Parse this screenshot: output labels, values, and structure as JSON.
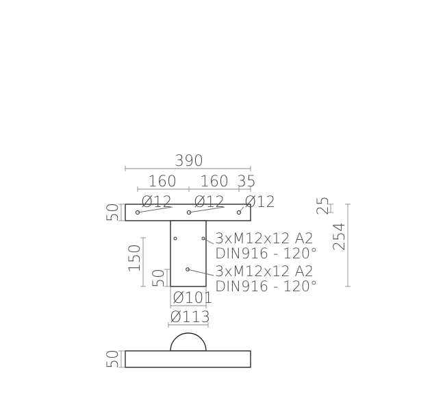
{
  "dimensions": {
    "overall_width": "390",
    "spacing_left": "160",
    "spacing_right": "160",
    "edge_offset": "35",
    "hole_diameter_1": "Ø12",
    "hole_diameter_2": "Ø12",
    "hole_diameter_3": "Ø12",
    "plate_thickness_top": "50",
    "small_offset": "25",
    "total_height": "254",
    "tube_height": "150",
    "lower_offset": "50",
    "tube_inner_diameter": "Ø101",
    "tube_outer_diameter": "Ø113",
    "plate_thickness_bottom": "50"
  },
  "notes": {
    "screw_1_line_1": "3xM12x12 A2",
    "screw_1_line_2": "DIN916 - 120°",
    "screw_2_line_1": "3xM12x12 A2",
    "screw_2_line_2": "DIN916 - 120°"
  }
}
